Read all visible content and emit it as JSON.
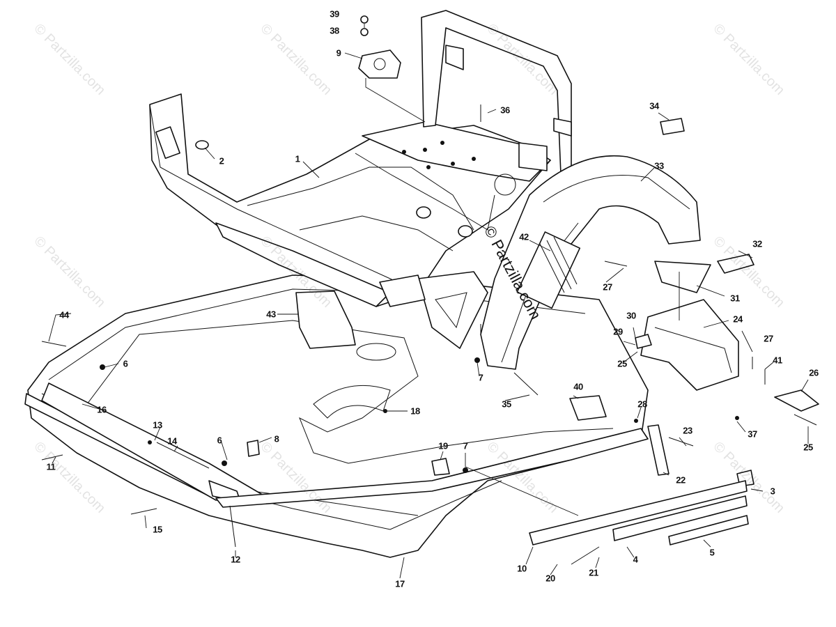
{
  "watermark_text": "© Partzilla.com",
  "callouts": [
    {
      "id": "1",
      "text": "1"
    },
    {
      "id": "2",
      "text": "2"
    },
    {
      "id": "3",
      "text": "3"
    },
    {
      "id": "4",
      "text": "4"
    },
    {
      "id": "5",
      "text": "5"
    },
    {
      "id": "6a",
      "text": "6"
    },
    {
      "id": "6b",
      "text": "6"
    },
    {
      "id": "7a",
      "text": "7"
    },
    {
      "id": "7b",
      "text": "7"
    },
    {
      "id": "8",
      "text": "8"
    },
    {
      "id": "9",
      "text": "9"
    },
    {
      "id": "10",
      "text": "10"
    },
    {
      "id": "11",
      "text": "11"
    },
    {
      "id": "12",
      "text": "12"
    },
    {
      "id": "13",
      "text": "13"
    },
    {
      "id": "14",
      "text": "14"
    },
    {
      "id": "15",
      "text": "15"
    },
    {
      "id": "16",
      "text": "16"
    },
    {
      "id": "17",
      "text": "17"
    },
    {
      "id": "18",
      "text": "18"
    },
    {
      "id": "19",
      "text": "19"
    },
    {
      "id": "20",
      "text": "20"
    },
    {
      "id": "21",
      "text": "21"
    },
    {
      "id": "22",
      "text": "22"
    },
    {
      "id": "23",
      "text": "23"
    },
    {
      "id": "24",
      "text": "24"
    },
    {
      "id": "25a",
      "text": "25"
    },
    {
      "id": "25b",
      "text": "25"
    },
    {
      "id": "26",
      "text": "26"
    },
    {
      "id": "27a",
      "text": "27"
    },
    {
      "id": "27b",
      "text": "27"
    },
    {
      "id": "28",
      "text": "28"
    },
    {
      "id": "29",
      "text": "29"
    },
    {
      "id": "30",
      "text": "30"
    },
    {
      "id": "31",
      "text": "31"
    },
    {
      "id": "32",
      "text": "32"
    },
    {
      "id": "33",
      "text": "33"
    },
    {
      "id": "34",
      "text": "34"
    },
    {
      "id": "35",
      "text": "35"
    },
    {
      "id": "36",
      "text": "36"
    },
    {
      "id": "37",
      "text": "37"
    },
    {
      "id": "38",
      "text": "38"
    },
    {
      "id": "39",
      "text": "39"
    },
    {
      "id": "40",
      "text": "40"
    },
    {
      "id": "41",
      "text": "41"
    },
    {
      "id": "42",
      "text": "42"
    },
    {
      "id": "43",
      "text": "43"
    },
    {
      "id": "44",
      "text": "44"
    }
  ]
}
